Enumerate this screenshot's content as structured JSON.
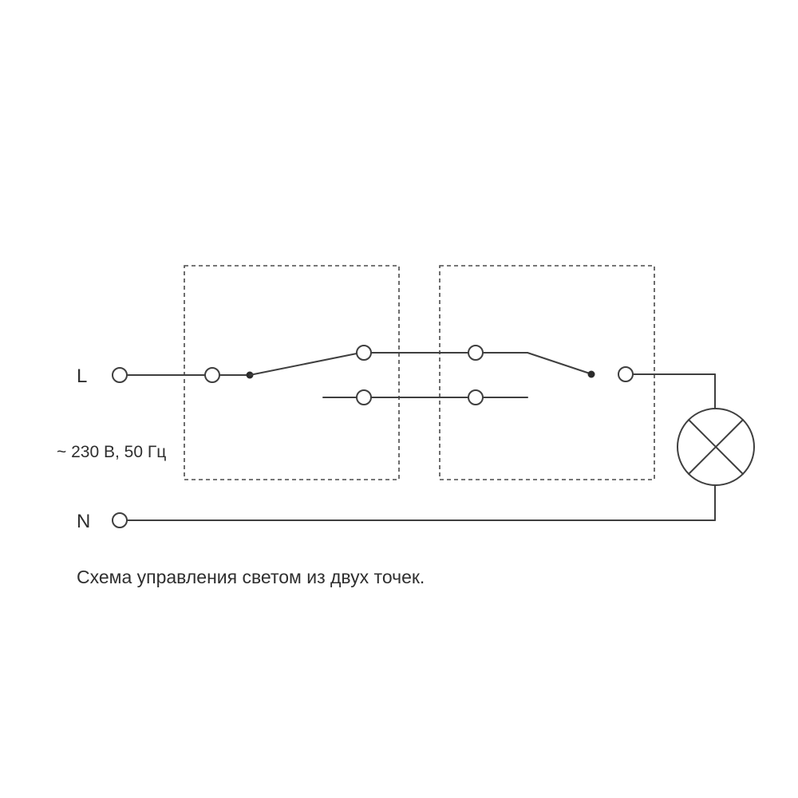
{
  "diagram": {
    "labels": {
      "phase": "L",
      "neutral": "N",
      "voltage": "~ 230 В, 50 Гц"
    },
    "caption": "Схема управления светом из двух точек."
  },
  "colors": {
    "background": "#ffffff",
    "line": "#3f3f3f",
    "text": "#2f2f2f"
  }
}
